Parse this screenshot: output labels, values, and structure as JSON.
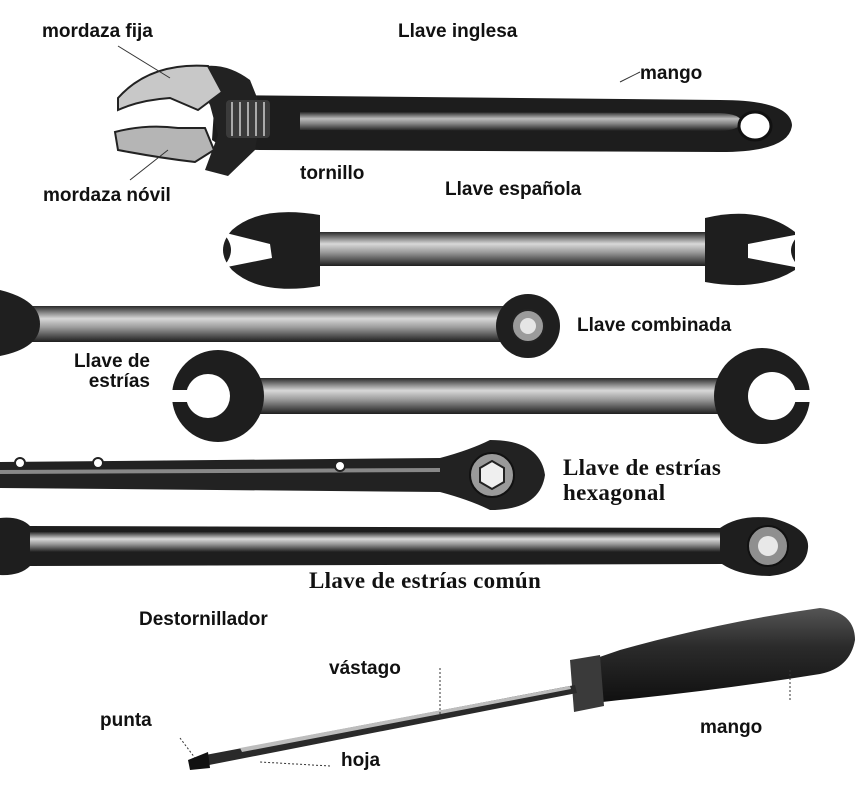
{
  "labels": {
    "mordaza_fija": "mordaza fija",
    "llave_inglesa": "Llave inglesa",
    "mango_llave": "mango",
    "mordaza_movil": "mordaza nóvil",
    "tornillo": "tornillo",
    "llave_espanola": "Llave española",
    "llave_combinada": "Llave combinada",
    "llave_estrias_1": "Llave de",
    "llave_estrias_2": "estrías",
    "estrias_hex_1": "Llave de estrías",
    "estrias_hex_2": "hexagonal",
    "estrias_comun": "Llave de estrías común",
    "destornillador": "Destornillador",
    "vastago": "vástago",
    "punta": "punta",
    "mango_destornillador": "mango",
    "hoja": "hoja"
  },
  "colors": {
    "metal_dark": "#1c1c1c",
    "metal_mid": "#6a6a6a",
    "metal_light": "#c9c9c9",
    "handle": "#2a2a2a"
  }
}
